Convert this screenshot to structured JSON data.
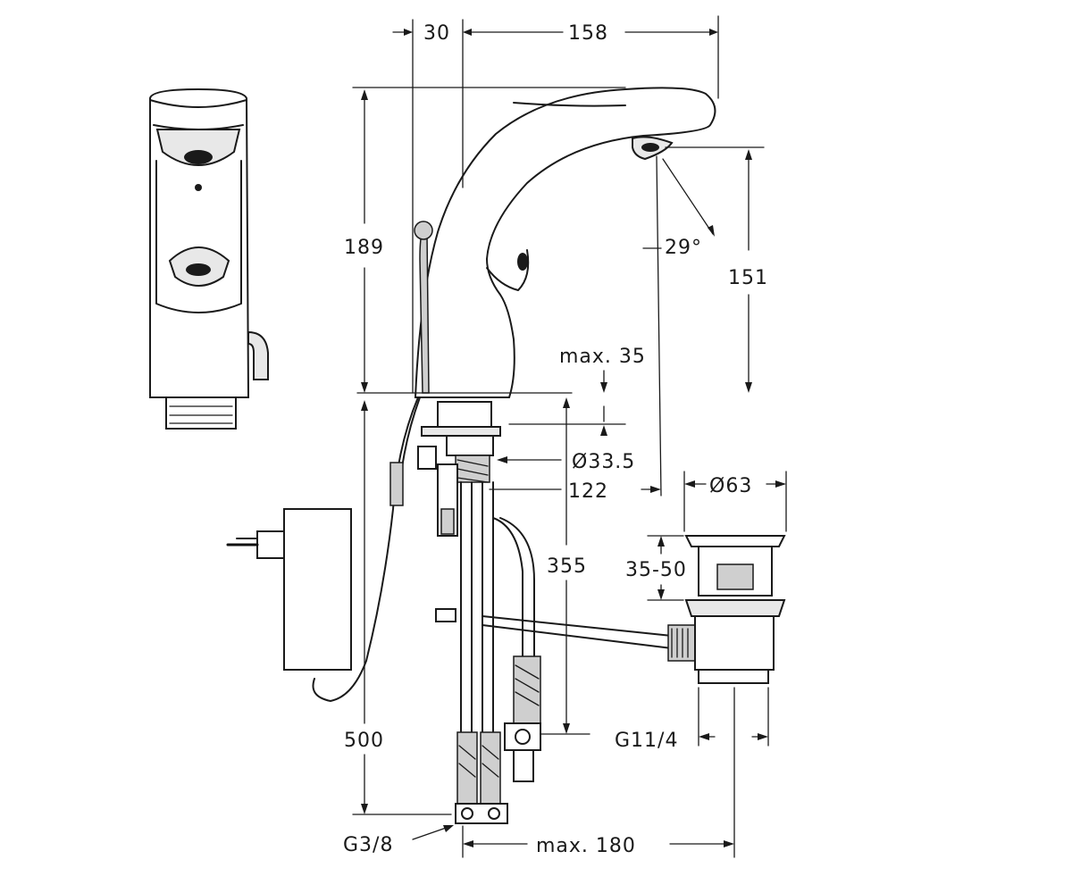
{
  "dimensions": {
    "spout_offset": "30",
    "spout_reach": "158",
    "total_height": "189",
    "outlet_height": "151",
    "sensor_angle": "29°",
    "max_deck_thickness": "max. 35",
    "hole_diameter": "Ø33.5",
    "body_depth": "122",
    "drain_diameter": "Ø63",
    "drain_stroke": "35-50",
    "hose_length": "355",
    "cable_length": "500",
    "drain_thread": "G11/4",
    "supply_thread": "G3/8",
    "max_projection": "max. 180"
  }
}
